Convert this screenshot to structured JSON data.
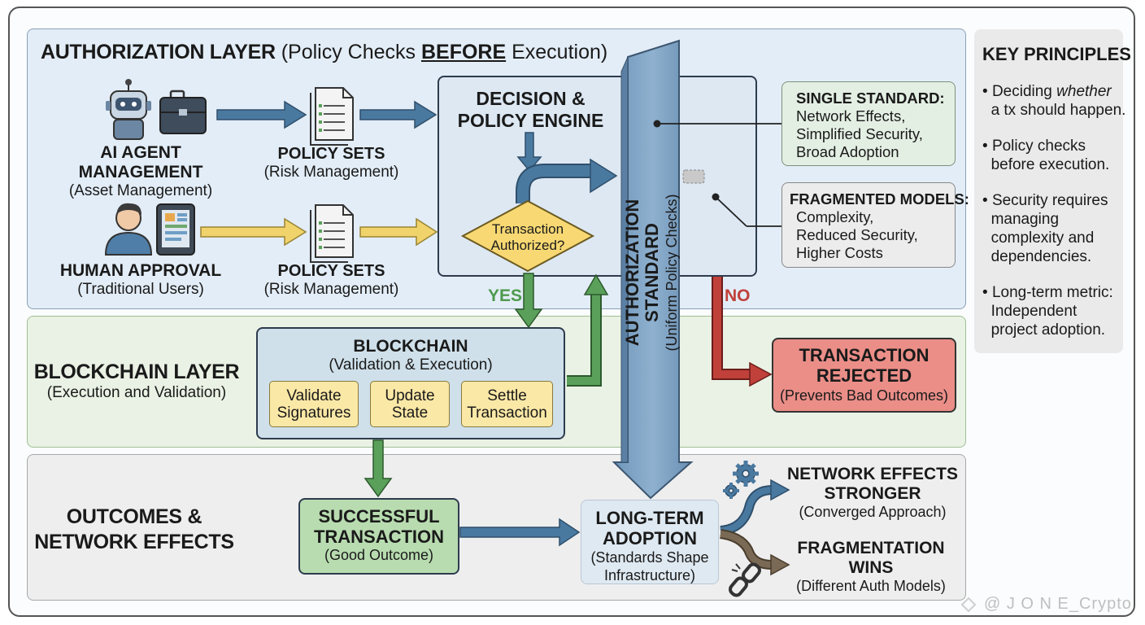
{
  "authorization_layer": {
    "title": "AUTHORIZATION LAYER",
    "subtitle_pre": "(Policy Checks ",
    "subtitle_em": "BEFORE",
    "subtitle_post": " Execution)"
  },
  "inputs": [
    {
      "title": "AI AGENT MANAGEMENT",
      "sub": "(Asset Management)"
    },
    {
      "title": "HUMAN APPROVAL",
      "sub": "(Traditional Users)"
    }
  ],
  "policy_sets": [
    {
      "title": "POLICY SETS",
      "sub": "(Risk Management)"
    },
    {
      "title": "POLICY SETS",
      "sub": "(Risk Management)"
    }
  ],
  "decision_engine": {
    "title_line1": "DECISION &",
    "title_line2": "POLICY ENGINE",
    "diamond_line1": "Transaction",
    "diamond_line2": "Authorized?"
  },
  "authorization_standard": {
    "title": "AUTHORIZATION STANDARD",
    "sub": "(Uniform Policy Checks)"
  },
  "single_standard": {
    "title": "SINGLE STANDARD:",
    "lines": [
      "Network Effects,",
      "Simplified Security,",
      "Broad Adoption"
    ]
  },
  "fragmented_models": {
    "title": "FRAGMENTED MODELS:",
    "lines": [
      "Complexity,",
      "Reduced Security,",
      "Higher Costs"
    ]
  },
  "key_principles": {
    "title": "KEY PRINCIPLES",
    "items": [
      {
        "lines": [
          "Deciding ",
          "whether",
          "a tx should happen."
        ]
      },
      {
        "lines": [
          "Policy checks",
          "before execution."
        ]
      },
      {
        "lines": [
          "Security requires",
          "managing",
          "complexity and",
          "dependencies."
        ]
      },
      {
        "lines": [
          "Long-term metric:",
          "Independent",
          "project adoption."
        ]
      }
    ]
  },
  "branches": {
    "yes": "YES",
    "no": "NO"
  },
  "blockchain_layer": {
    "title": "BLOCKCHAIN LAYER",
    "sub": "(Execution and Validation)"
  },
  "blockchain": {
    "title": "BLOCKCHAIN",
    "sub": "(Validation & Execution)",
    "steps": [
      {
        "l1": "Validate",
        "l2": "Signatures"
      },
      {
        "l1": "Update",
        "l2": "State"
      },
      {
        "l1": "Settle",
        "l2": "Transaction"
      }
    ]
  },
  "rejected": {
    "line1": "TRANSACTION",
    "line2": "REJECTED",
    "sub": "(Prevents Bad Outcomes)"
  },
  "outcomes_layer": {
    "line1": "OUTCOMES &",
    "line2": "NETWORK EFFECTS"
  },
  "successful": {
    "line1": "SUCCESSFUL",
    "line2": "TRANSACTION",
    "sub": "(Good Outcome)"
  },
  "long_term": {
    "line1": "LONG-TERM",
    "line2": "ADOPTION",
    "sub1": "(Standards Shape",
    "sub2": "Infrastructure)"
  },
  "network_stronger": {
    "line1": "NETWORK EFFECTS",
    "line2": "STRONGER",
    "sub": "(Converged Approach)"
  },
  "fragmentation_wins": {
    "line1": "FRAGMENTATION",
    "line2": "WINS",
    "sub": "(Different Auth Models)"
  },
  "watermark": "@ J O N E_Crypto",
  "colors": {
    "auth_bg": "#e3edf7",
    "chain_bg": "#e9f2e4",
    "outcome_bg": "#eeeeef",
    "blue_arrow": "#4a79a0",
    "yellow_arrow": "#f1d36c",
    "green_arrow": "#5aa05a",
    "red_arrow": "#c0403a",
    "yes_text": "#4e9a4e",
    "no_text": "#c0403a",
    "standard_bar": "#7fa3c4",
    "rejected_bg": "#eb8e88",
    "success_bg": "#b8dcb0"
  },
  "icons": [
    "robot-icon",
    "briefcase-icon",
    "document-icon",
    "person-icon",
    "tablet-icon",
    "gear-icon",
    "broken-link-icon",
    "watermark-logo-icon"
  ]
}
